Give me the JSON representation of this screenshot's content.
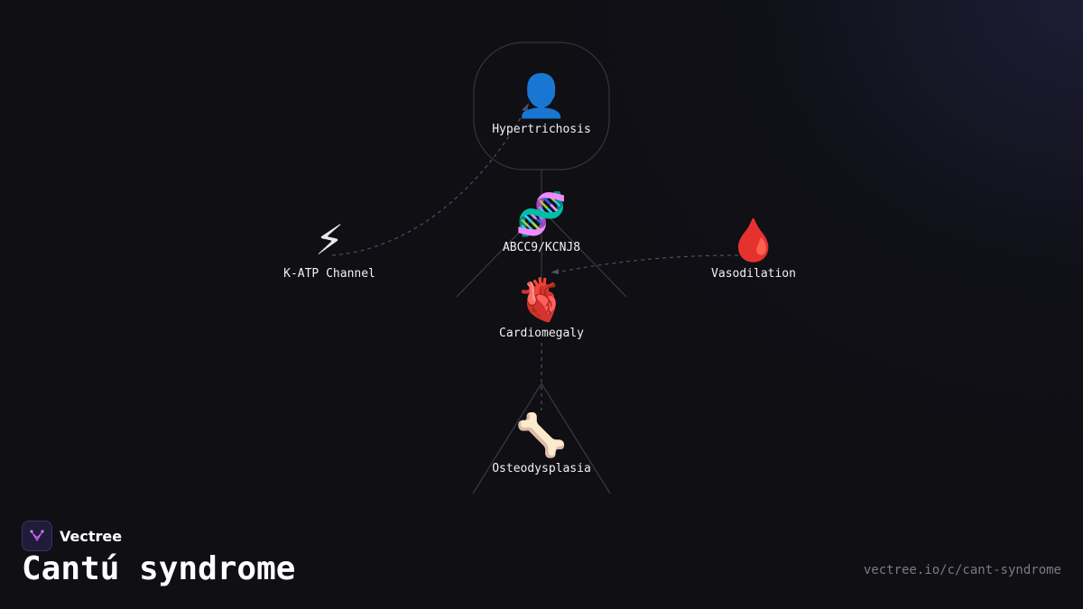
{
  "brand": {
    "name": "Vectree",
    "logo_icon": "vectree-logo-icon",
    "accent": "#b14ee0"
  },
  "title": "Cantú syndrome",
  "url": "vectree.io/c/cant-syndrome",
  "nodes": {
    "hypertrichosis": {
      "emoji": "👤",
      "label": "Hypertrichosis",
      "icon": "person-icon"
    },
    "gene": {
      "emoji": "🧬",
      "label": "ABCC9/KCNJ8",
      "icon": "dna-icon"
    },
    "katp": {
      "emoji": "⚡",
      "label": "K-ATP Channel",
      "icon": "lightning-icon"
    },
    "vasodilation": {
      "emoji": "🩸",
      "label": "Vasodilation",
      "icon": "blood-drop-icon"
    },
    "cardiomegaly": {
      "emoji": "🫀",
      "label": "Cardiomegaly",
      "icon": "heart-icon"
    },
    "osteodysplasia": {
      "emoji": "🦴",
      "label": "Osteodysplasia",
      "icon": "bone-icon"
    }
  },
  "colors": {
    "edge": "#3d3d48",
    "dashed": "#4a5068",
    "background": "#0f0f14"
  }
}
